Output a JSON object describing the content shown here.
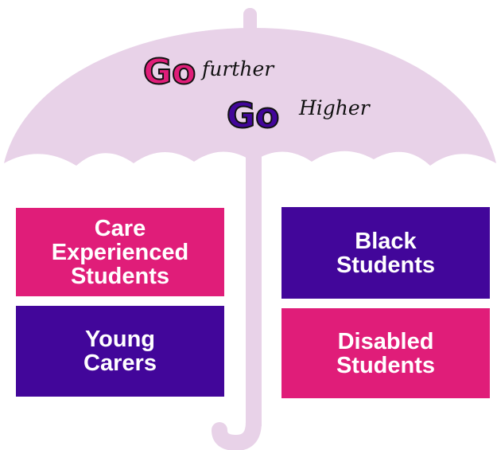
{
  "logo": {
    "line1": {
      "big": "Go",
      "small": "further"
    },
    "line2": {
      "big": "Go",
      "small": "Higher"
    }
  },
  "boxes": {
    "care": "Care\nExperienced\nStudents",
    "black": "Black\nStudents",
    "young": "Young\nCarers",
    "disabled": "Disabled\nStudents"
  },
  "colors": {
    "canopy": "#e8d2e8",
    "pink": "#e01d79",
    "purple": "#42069a",
    "ink": "#111111"
  }
}
